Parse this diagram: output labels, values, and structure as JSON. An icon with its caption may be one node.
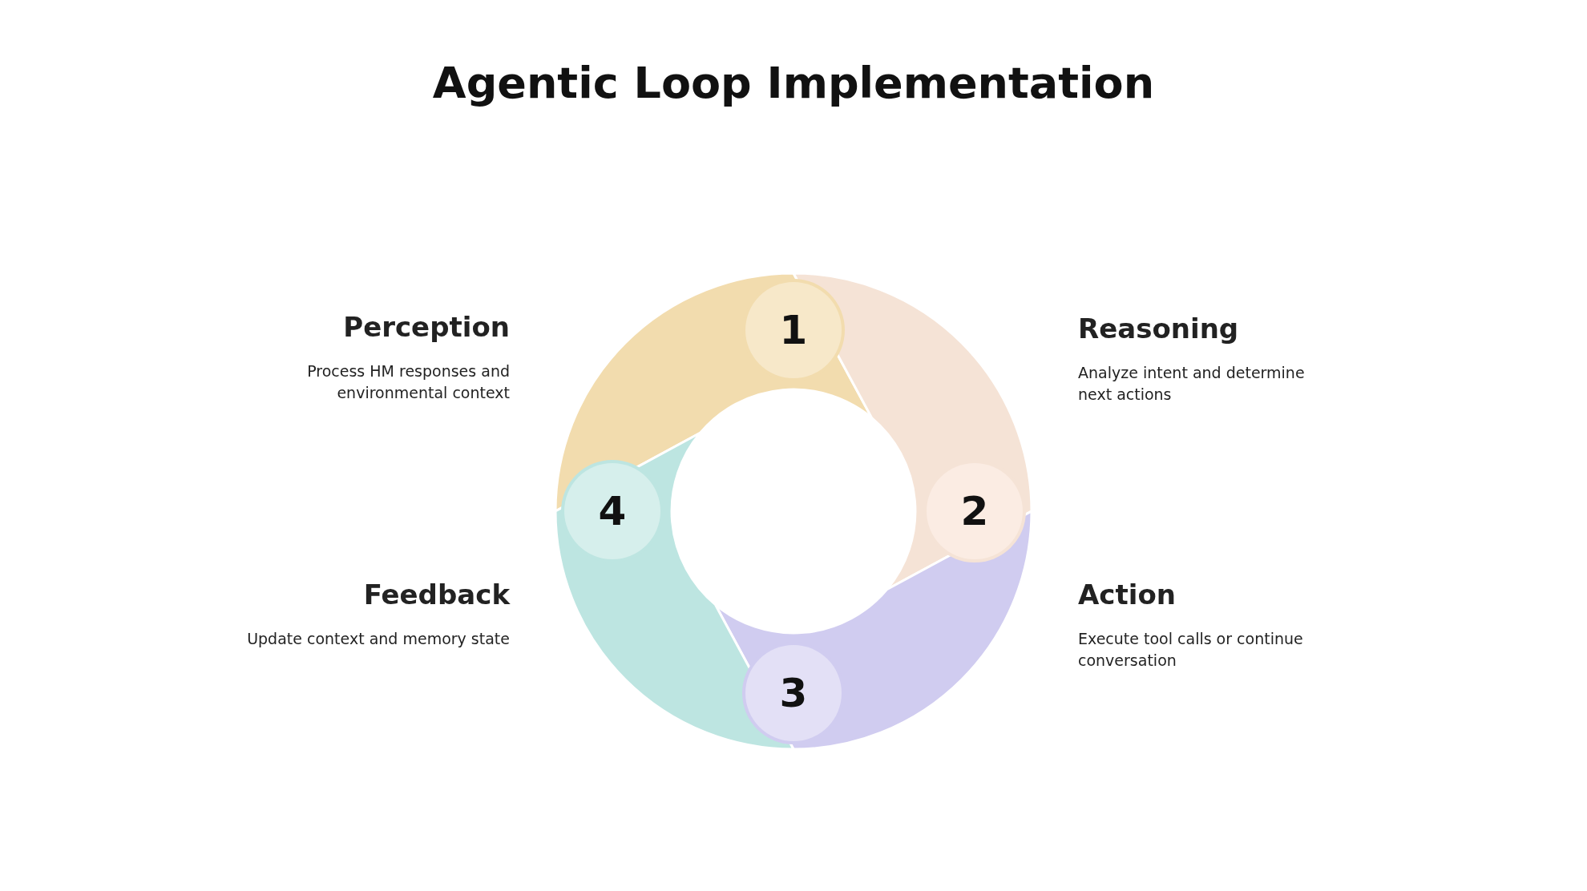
{
  "diagram": {
    "title": "Agentic Loop Implementation",
    "nodes": [
      {
        "text": [
          "1"
        ],
        "beside": [
          "Perception",
          "Process HM responses and environmental context"
        ]
      },
      {
        "text": [
          "2"
        ],
        "beside": [
          "Reasoning",
          "Analyze intent and determine next actions"
        ]
      },
      {
        "text": [
          "3"
        ],
        "beside": [
          "Action",
          "Execute tool calls or continue conversation"
        ]
      },
      {
        "text": [
          "4"
        ],
        "beside": [
          "Feedback",
          "Update context and memory state"
        ]
      }
    ]
  }
}
